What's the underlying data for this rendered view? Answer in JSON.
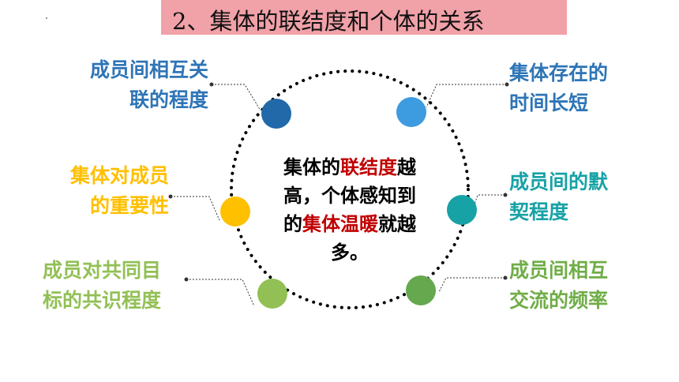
{
  "title": "2、集体的联结度和个体的关系",
  "center": {
    "line1_a": "集体的",
    "line1_b": "联结度",
    "line1_c": "越",
    "line2": "高，个体感知到",
    "line3_a": "的",
    "line3_b": "集体温暖",
    "line3_c": "就越",
    "line4": "多。"
  },
  "nodes": [
    {
      "id": "tl",
      "line1": "成员间相互关",
      "line2": "联的程度",
      "color": "#2e75b6"
    },
    {
      "id": "tr",
      "line1": "集体存在的",
      "line2": "时间长短",
      "color": "#2e75b6"
    },
    {
      "id": "ml",
      "line1": "集体对成员",
      "line2": "的重要性",
      "color": "#ffc000"
    },
    {
      "id": "mr",
      "line1": "成员间的默",
      "line2": "契程度",
      "color": "#17a2a6"
    },
    {
      "id": "bl",
      "line1": "成员对共同目",
      "line2": "标的共识程度",
      "color": "#92c055"
    },
    {
      "id": "br",
      "line1": "成员间相互",
      "line2": "交流的频率",
      "color": "#70ad47"
    }
  ],
  "colors": {
    "title_bg": "#f1a1a8",
    "highlight": "#c00000",
    "circle_tl": "#2169a8",
    "circle_tr": "#3d9be0",
    "circle_ml": "#ffc000",
    "circle_mr": "#17a2a6",
    "circle_bl": "#92c055",
    "circle_br": "#65a84e"
  }
}
